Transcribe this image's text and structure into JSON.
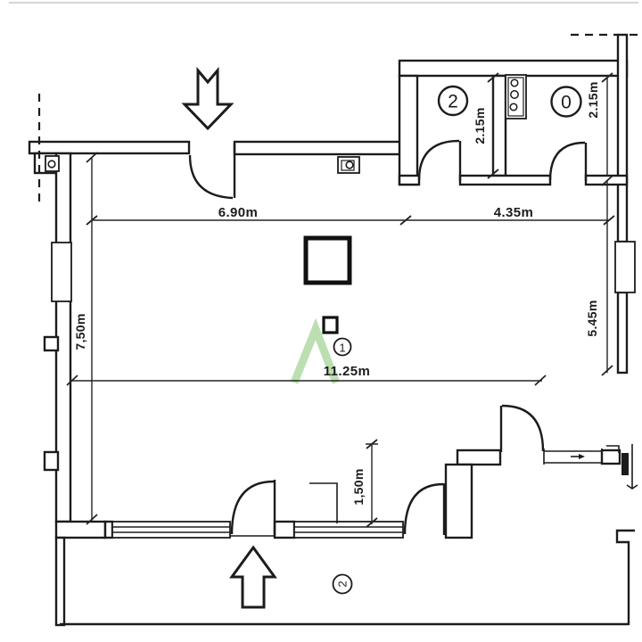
{
  "plan_title": "apartment-floor-plan",
  "colors": {
    "ink": "#1c1c1c",
    "dimension_line": "#242424",
    "watermark_green": "#b5dcaa",
    "scan_edge_gray": "#c9c9c9"
  },
  "dimensions": {
    "top_left_width": "6.90m",
    "top_right_width": "4.35m",
    "left_height": "7,50m",
    "main_width": "11.25m",
    "right_height": "5.45m",
    "bottom_offset": "1,50m",
    "small_room_depth": "2.15m",
    "small_room_right_depth": "2.15m"
  },
  "room_labels": {
    "top_left_room": "2",
    "top_right_room": "0",
    "main_room": "1",
    "balcony": "2"
  }
}
